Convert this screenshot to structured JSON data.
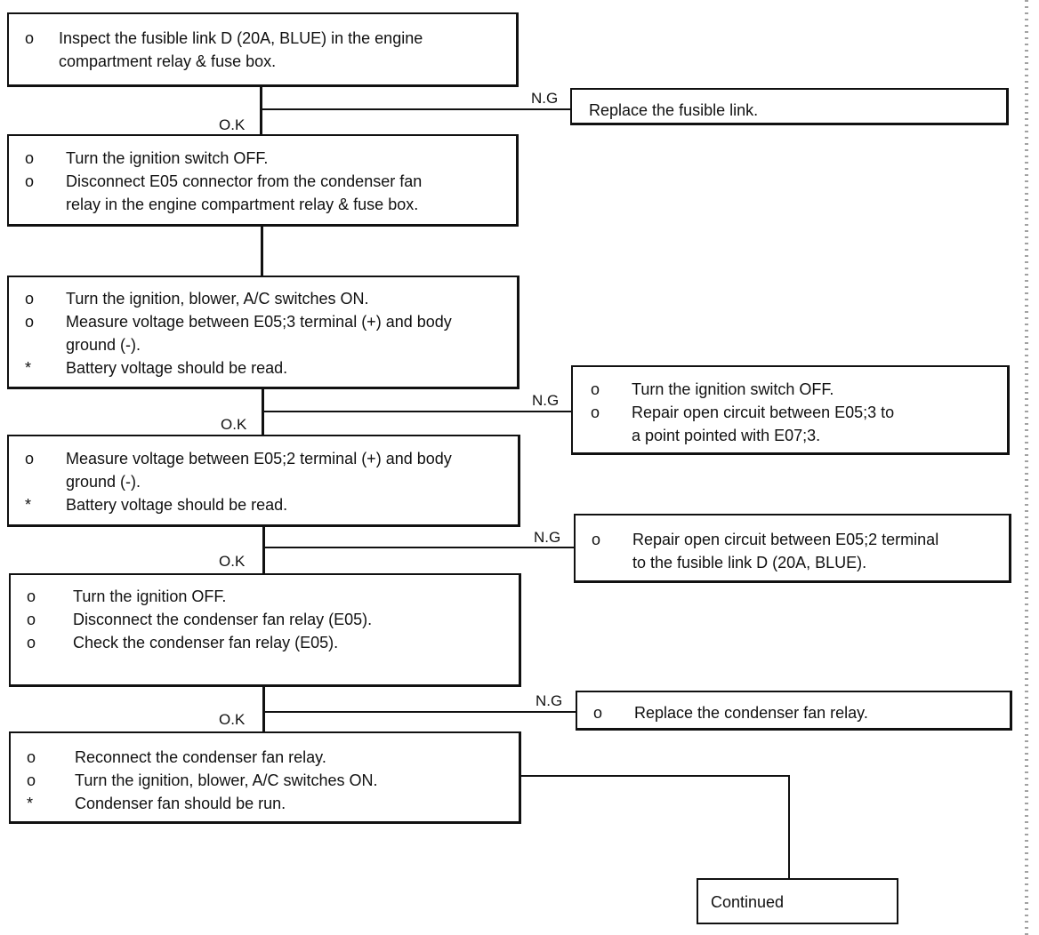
{
  "boxes": {
    "step1": {
      "items": [
        {
          "mark": "o",
          "lines": [
            "Inspect the fusible link D (20A, BLUE) in the engine",
            "compartment relay & fuse box."
          ]
        }
      ]
    },
    "ng1": {
      "items": [
        {
          "mark": "",
          "lines": [
            "Replace the fusible link."
          ]
        }
      ]
    },
    "step2": {
      "items": [
        {
          "mark": "o",
          "lines": [
            "Turn the ignition switch OFF."
          ]
        },
        {
          "mark": "o",
          "lines": [
            "Disconnect E05 connector from the condenser fan",
            "relay in the engine compartment relay & fuse box."
          ]
        }
      ]
    },
    "step3": {
      "items": [
        {
          "mark": "o",
          "lines": [
            "Turn the ignition, blower, A/C switches ON."
          ]
        },
        {
          "mark": "o",
          "lines": [
            "Measure voltage between E05;3 terminal (+) and body",
            "ground (-)."
          ]
        },
        {
          "mark": "*",
          "lines": [
            "Battery voltage should be read."
          ]
        }
      ]
    },
    "ng3": {
      "items": [
        {
          "mark": "o",
          "lines": [
            "Turn the ignition switch OFF."
          ]
        },
        {
          "mark": "o",
          "lines": [
            "Repair open circuit between E05;3 to",
            "a point pointed with E07;3."
          ]
        }
      ]
    },
    "step4": {
      "items": [
        {
          "mark": "o",
          "lines": [
            "Measure voltage between E05;2 terminal (+) and body",
            "ground (-)."
          ]
        },
        {
          "mark": "*",
          "lines": [
            "Battery voltage should be read."
          ]
        }
      ]
    },
    "ng4": {
      "items": [
        {
          "mark": "o",
          "lines": [
            "Repair open circuit between E05;2 terminal",
            "to the fusible link D (20A, BLUE)."
          ]
        }
      ]
    },
    "step5": {
      "items": [
        {
          "mark": "o",
          "lines": [
            "Turn the ignition OFF."
          ]
        },
        {
          "mark": "o",
          "lines": [
            "Disconnect the condenser fan relay (E05)."
          ]
        },
        {
          "mark": "o",
          "lines": [
            "Check the condenser fan relay (E05)."
          ]
        }
      ]
    },
    "ng5": {
      "items": [
        {
          "mark": "o",
          "lines": [
            "Replace the condenser fan relay."
          ]
        }
      ]
    },
    "step6": {
      "items": [
        {
          "mark": "o",
          "lines": [
            "Reconnect the condenser fan relay."
          ]
        },
        {
          "mark": "o",
          "lines": [
            "Turn the ignition, blower, A/C switches ON."
          ]
        },
        {
          "mark": "*",
          "lines": [
            "Condenser fan should be run."
          ]
        }
      ]
    },
    "continued": {
      "items": [
        {
          "mark": "",
          "lines": [
            "Continued"
          ]
        }
      ]
    }
  },
  "branch_labels": {
    "ok": "O.K",
    "ng": "N.G"
  }
}
